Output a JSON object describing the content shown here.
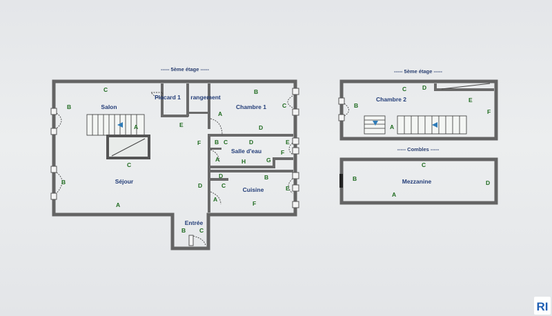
{
  "sections": {
    "floor5_left": "----- 5ème étage -----",
    "floor5_right": "----- 5ème étage -----",
    "combles": "----- Combles -----"
  },
  "rooms": {
    "salon": "Salon",
    "placard1": "Placard 1",
    "rangement": "rangement",
    "chambre1": "Chambre 1",
    "salle_eau": "Salle d'eau",
    "sejour": "Séjour",
    "cuisine": "Cuisine",
    "entree": "Entrée",
    "chambre2": "Chambre 2",
    "mezzanine": "Mezzanine"
  },
  "wall_labels": {
    "A": "A",
    "B": "B",
    "C": "C",
    "D": "D",
    "E": "E",
    "F": "F",
    "G": "G",
    "H": "H"
  },
  "logo": {
    "text": "RI",
    "color": "#1f5fb3"
  },
  "colors": {
    "room_text": "#233d78",
    "wall_label": "#1f6b1f",
    "wall": "#646464",
    "stair_arrow": "#2e7bb8"
  }
}
